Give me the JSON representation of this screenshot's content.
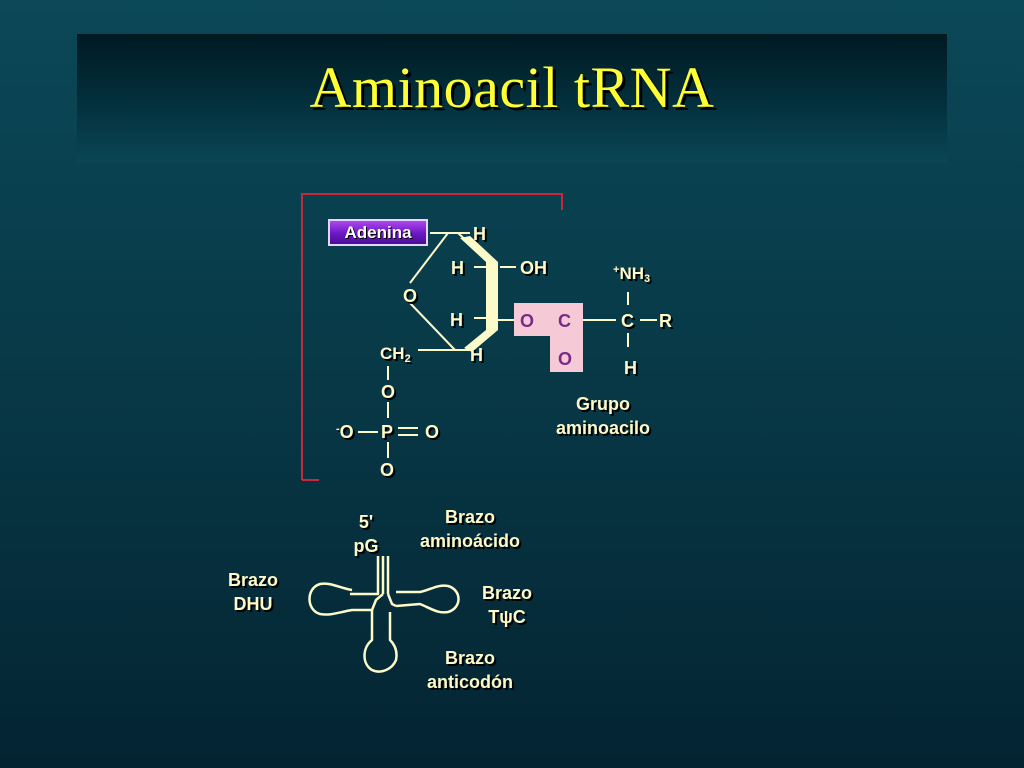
{
  "slide": {
    "title": "Aminoacil tRNA"
  },
  "molecule": {
    "base_label": "Adenina",
    "ribose": {
      "ring_oxygen": "O",
      "h_top": "H",
      "h_upper": "H",
      "oh": "OH",
      "h_lower": "H",
      "h_bottom": "H"
    },
    "ester": {
      "o_link": "O",
      "carbon": "C",
      "carbonyl_o": "O"
    },
    "amino": {
      "nh3_prefix": "+",
      "nh3_main": "NH",
      "nh3_sub": "3",
      "alpha_c": "C",
      "r_group": "R",
      "alpha_h": "H"
    },
    "backbone": {
      "ch2_main": "CH",
      "ch2_sub": "2",
      "o_upper": "O",
      "o_minus_sign": "-",
      "o_minus": "O",
      "phosphorus": "P",
      "o_double": "O",
      "o_lower": "O"
    },
    "group_caption": [
      "Grupo",
      "aminoacilo"
    ]
  },
  "trna": {
    "five_prime": [
      "5'",
      "pG"
    ],
    "arm_aminoacid": [
      "Brazo",
      "aminoácido"
    ],
    "arm_dhu": [
      "Brazo",
      "DHU"
    ],
    "arm_tpsic": [
      "Brazo",
      "TψC"
    ],
    "arm_anticodon": [
      "Brazo",
      "anticodón"
    ]
  },
  "colors": {
    "title": "#ffff33",
    "label": "#fdfaca",
    "bracket": "#c8283c",
    "base_box": "#7a22d0",
    "ester_highlight": "#f6c9d6"
  }
}
